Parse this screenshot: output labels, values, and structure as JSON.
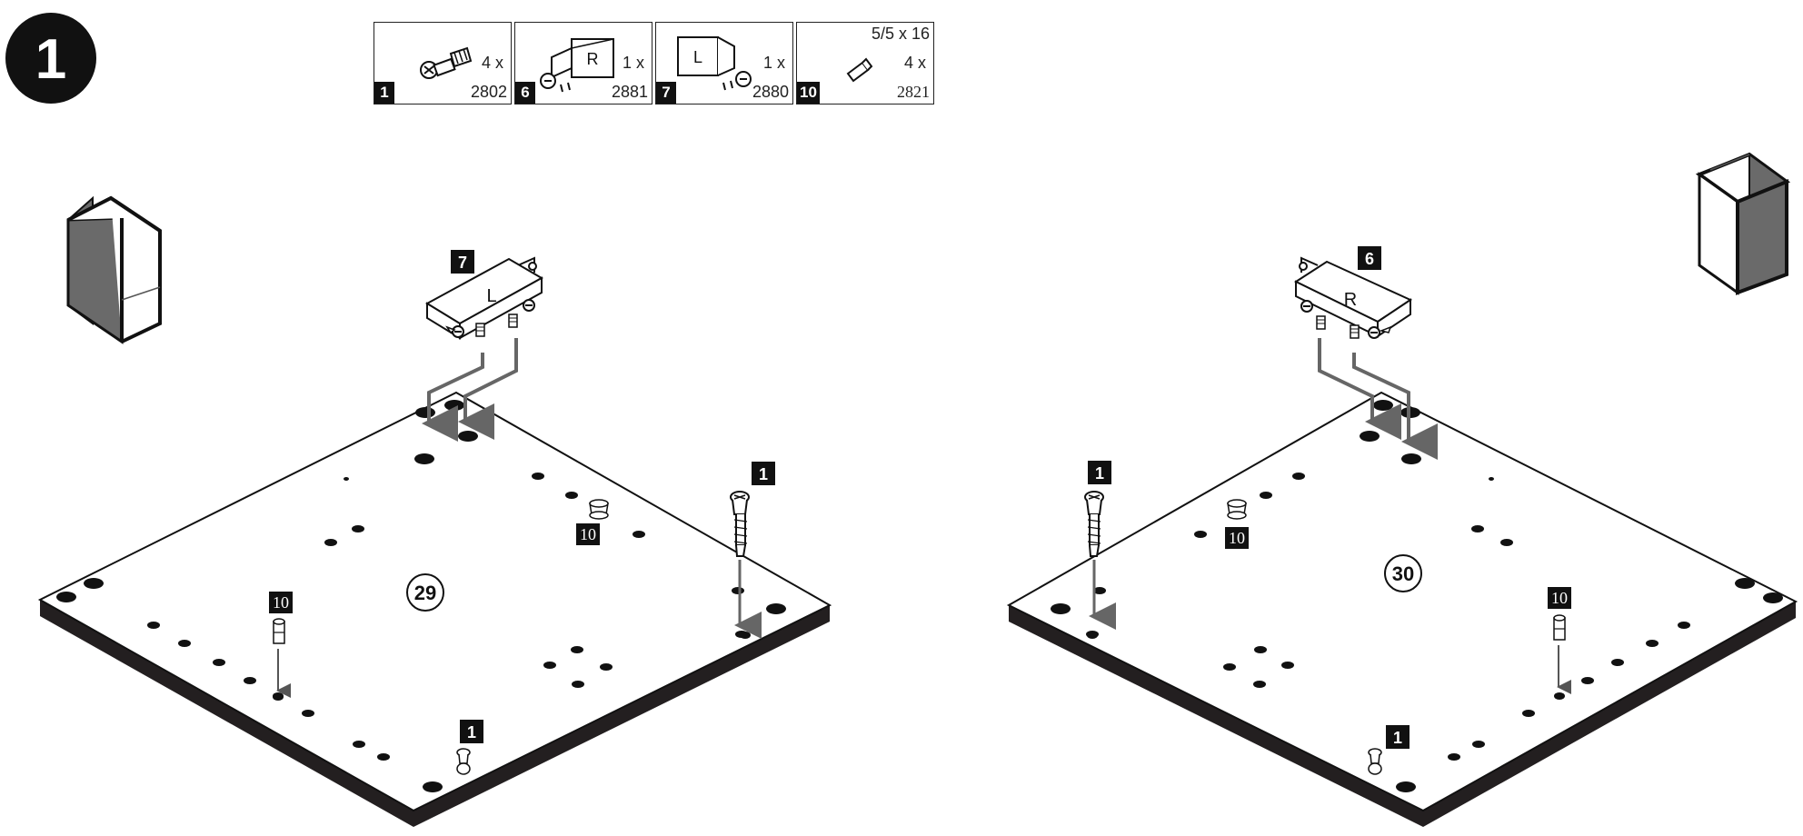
{
  "step": {
    "number": "1"
  },
  "parts": [
    {
      "tag": "1",
      "qty": "4 x",
      "code": "2802",
      "icon": "cam-bolt-icon"
    },
    {
      "tag": "6",
      "qty": "1 x",
      "code": "2881",
      "icon": "right-bracket-icon",
      "letter": "R"
    },
    {
      "tag": "7",
      "qty": "1 x",
      "code": "2880",
      "icon": "left-bracket-icon",
      "letter": "L"
    },
    {
      "tag": "10",
      "qty": "4 x",
      "code": "2821",
      "icon": "dowel-icon",
      "size": "5/5 x 16"
    }
  ],
  "panels": [
    {
      "number": "29",
      "bracket_tag": "7",
      "bracket_letter": "L",
      "bolt_tags": [
        "1",
        "1"
      ],
      "dowel_tags": [
        "10",
        "10"
      ]
    },
    {
      "number": "30",
      "bracket_tag": "6",
      "bracket_letter": "R",
      "bolt_tags": [
        "1",
        "1"
      ],
      "dowel_tags": [
        "10",
        "10"
      ]
    }
  ]
}
